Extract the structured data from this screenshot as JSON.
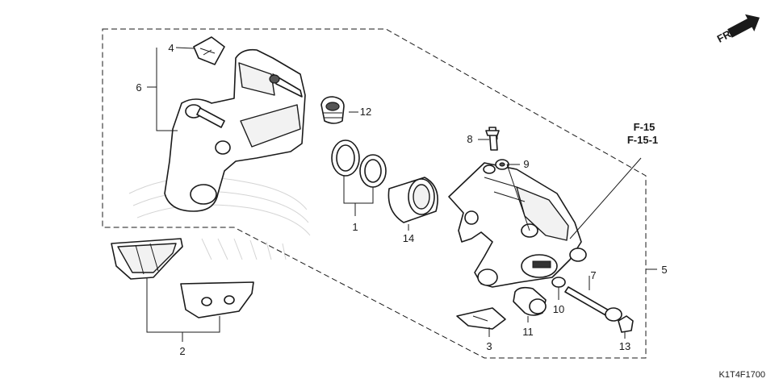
{
  "diagram": {
    "parts": [
      {
        "key": "p1",
        "label": "1"
      },
      {
        "key": "p2",
        "label": "2"
      },
      {
        "key": "p3",
        "label": "3"
      },
      {
        "key": "p4",
        "label": "4"
      },
      {
        "key": "p5",
        "label": "5"
      },
      {
        "key": "p6",
        "label": "6"
      },
      {
        "key": "p7",
        "label": "7"
      },
      {
        "key": "p8",
        "label": "8"
      },
      {
        "key": "p9",
        "label": "9"
      },
      {
        "key": "p10",
        "label": "10"
      },
      {
        "key": "p11",
        "label": "11"
      },
      {
        "key": "p12",
        "label": "12"
      },
      {
        "key": "p13",
        "label": "13"
      },
      {
        "key": "p14",
        "label": "14"
      }
    ],
    "references": [
      "F-15",
      "F-15-1"
    ],
    "direction_label": "FR.",
    "diagram_code": "K1T4F1700"
  }
}
